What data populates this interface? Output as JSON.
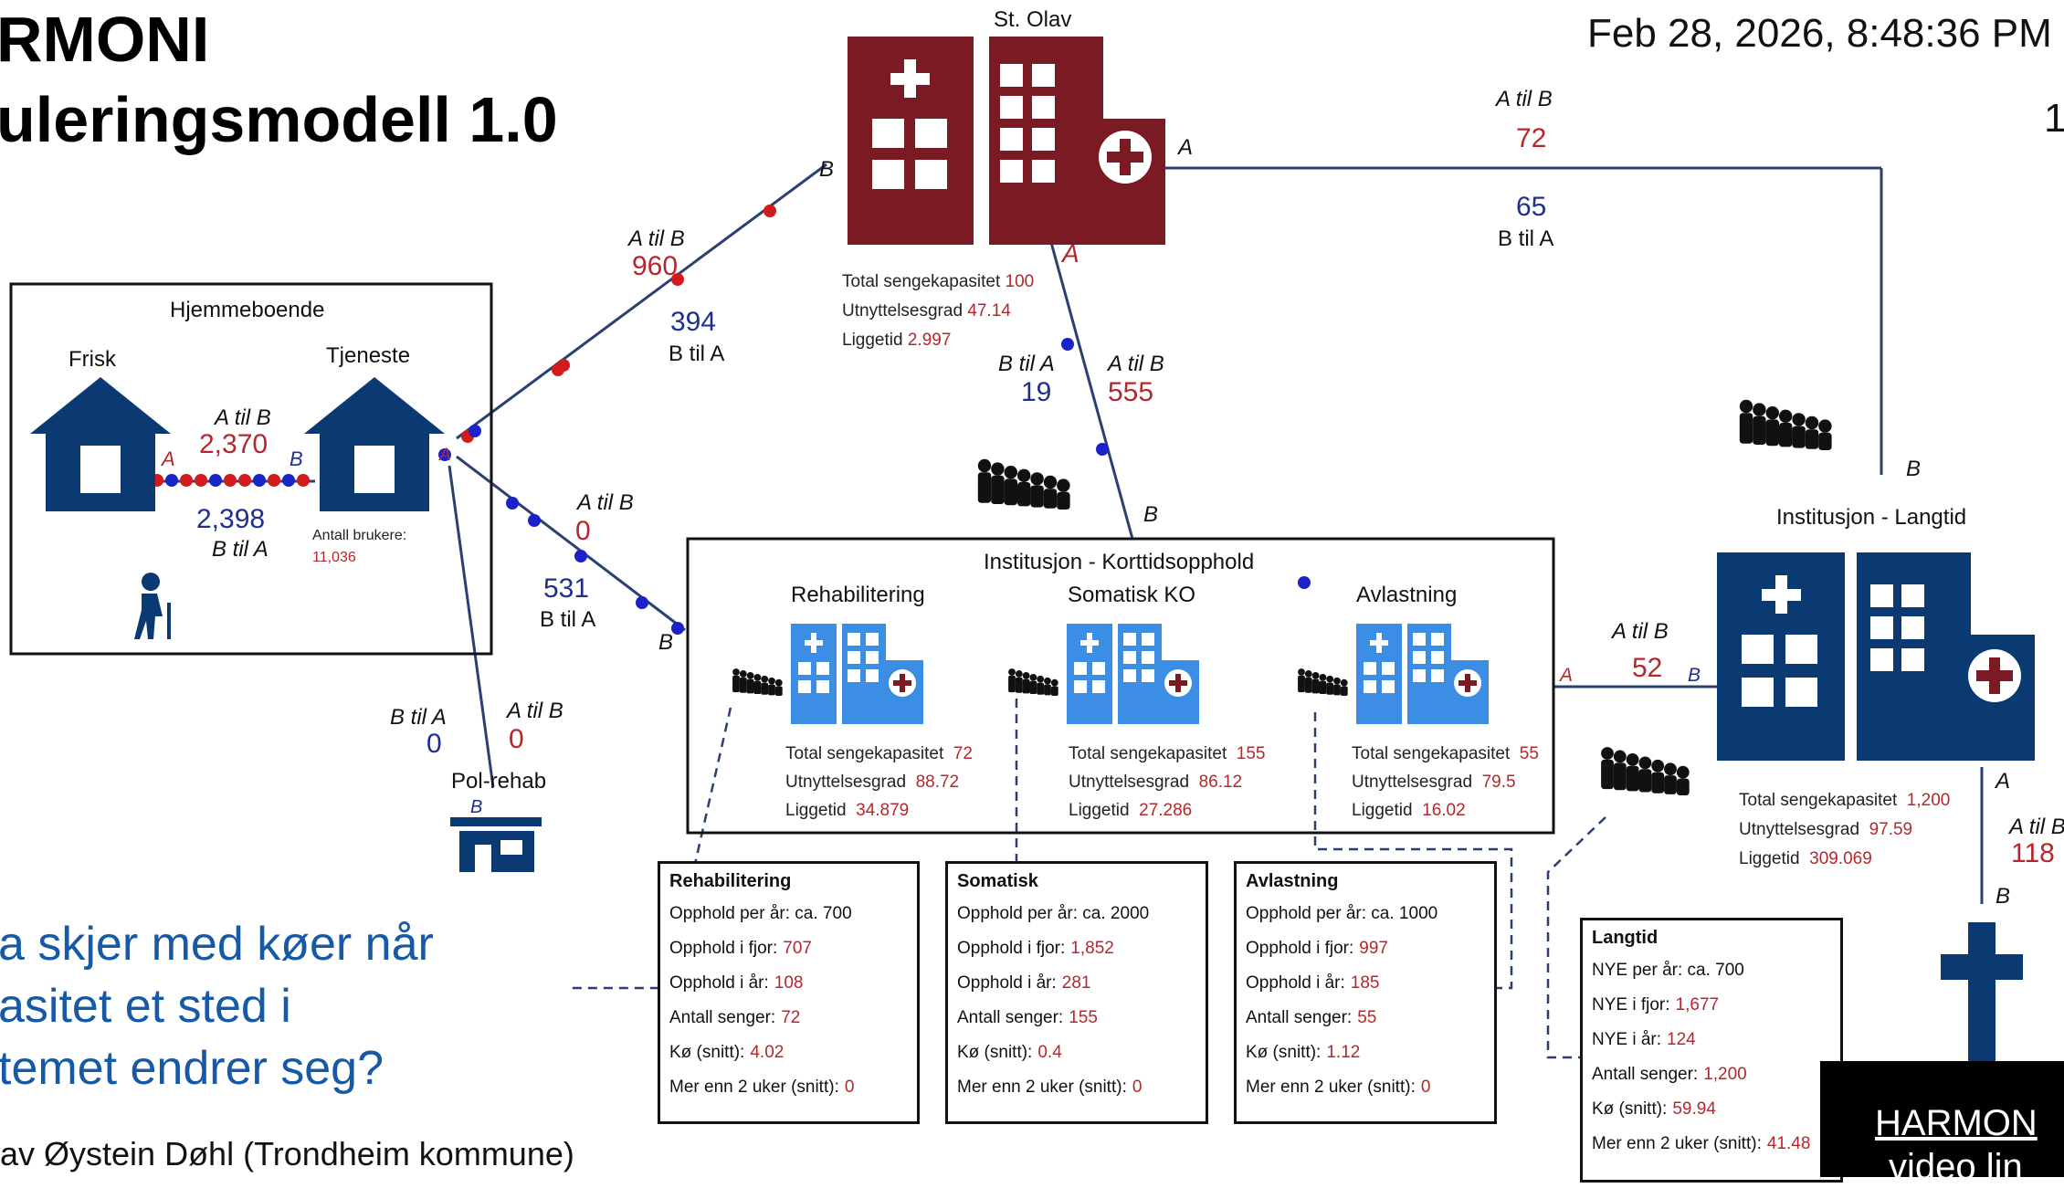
{
  "title": {
    "line1": "RMONI",
    "line2": "uleringsmodell 1.0"
  },
  "timestamp": "Feb 28, 2026, 8:48:36 PM",
  "corner_digit": "1",
  "question": {
    "line1": "a skjer med køer når",
    "line2": "asitet et sted i",
    "line3": "temet endrer seg?"
  },
  "byline": "av Øystein Døhl (Trondheim kommune)",
  "video": {
    "line1": "HARMON",
    "line2": "video lin"
  },
  "hjemmeboende": {
    "title": "Hjemmeboende",
    "frisk": "Frisk",
    "tjeneste": "Tjeneste",
    "a_til_b_label": "A til B",
    "a_til_b_value": "2,370",
    "b_til_a_value": "2,398",
    "b_til_a_label": "B til A",
    "end_a": "A",
    "end_b": "B",
    "brukere_label": "Antall brukere:",
    "brukere_value": "11,036"
  },
  "st_olav": {
    "name": "St. Olav",
    "stats": [
      {
        "label": "Total sengekapasitet",
        "value": "100"
      },
      {
        "label": "Utnyttelsesgrad",
        "value": "47.14"
      },
      {
        "label": "Liggetid",
        "value": "2.997"
      }
    ],
    "end_a_right": "A",
    "end_a_bottom": "A",
    "end_b_left": "B"
  },
  "link_home_stolav": {
    "a_til_b_label": "A til B",
    "a_til_b_value": "960",
    "b_til_a_value": "394",
    "b_til_a_label": "B til A"
  },
  "link_stolav_langtid": {
    "a_til_b_label": "A til B",
    "a_til_b_value": "72",
    "b_til_a_value": "65",
    "b_til_a_label": "B til A",
    "end_b": "B"
  },
  "link_stolav_kort": {
    "b_til_a_label": "B til A",
    "b_til_a_value": "19",
    "a_til_b_label": "A til B",
    "a_til_b_value": "555",
    "end_b": "B"
  },
  "link_home_kort": {
    "a_til_b_label": "A til B",
    "a_til_b_value": "0",
    "b_til_a_value": "531",
    "b_til_a_label": "B til A",
    "end_b": "B",
    "end_a": "A"
  },
  "link_home_polrehab": {
    "b_til_a_label": "B til A",
    "b_til_a_value": "0",
    "a_til_b_label": "A til B",
    "a_til_b_value": "0"
  },
  "pol_rehab": {
    "name": "Pol-rehab",
    "end_b": "B"
  },
  "korttid": {
    "title": "Institusjon - Korttidsopphold",
    "units": [
      {
        "name": "Rehabilitering",
        "stats": [
          {
            "label": "Total sengekapasitet",
            "value": "72"
          },
          {
            "label": "Utnyttelsesgrad",
            "value": "88.72"
          },
          {
            "label": "Liggetid",
            "value": "34.879"
          }
        ]
      },
      {
        "name": "Somatisk KO",
        "stats": [
          {
            "label": "Total sengekapasitet",
            "value": "155"
          },
          {
            "label": "Utnyttelsesgrad",
            "value": "86.12"
          },
          {
            "label": "Liggetid",
            "value": "27.286"
          }
        ]
      },
      {
        "name": "Avlastning",
        "stats": [
          {
            "label": "Total sengekapasitet",
            "value": "55"
          },
          {
            "label": "Utnyttelsesgrad",
            "value": "79.5"
          },
          {
            "label": "Liggetid",
            "value": "16.02"
          }
        ]
      }
    ]
  },
  "link_kort_langtid": {
    "a_til_b_label": "A til B",
    "a_til_b_value": "52",
    "end_a": "A",
    "end_b": "B"
  },
  "langtid": {
    "title": "Institusjon - Langtid",
    "stats": [
      {
        "label": "Total sengekapasitet",
        "value": "1,200"
      },
      {
        "label": "Utnyttelsesgrad",
        "value": "97.59"
      },
      {
        "label": "Liggetid",
        "value": "309.069"
      }
    ],
    "end_a": "A",
    "end_b": "B",
    "a_til_b_label": "A til B",
    "a_til_b_value": "118"
  },
  "infoboxes": [
    {
      "title": "Rehabilitering",
      "rows": [
        {
          "label": "Opphold per år: ca. 700",
          "value": ""
        },
        {
          "label": "Opphold i fjor:",
          "value": "707"
        },
        {
          "label": "Opphold i år:",
          "value": "108"
        },
        {
          "label": "Antall senger:",
          "value": "72"
        },
        {
          "label": "Kø (snitt):",
          "value": "4.02"
        },
        {
          "label": "Mer enn 2 uker (snitt):",
          "value": "0"
        }
      ]
    },
    {
      "title": "Somatisk",
      "rows": [
        {
          "label": "Opphold per år: ca. 2000",
          "value": ""
        },
        {
          "label": "Opphold i fjor:",
          "value": "1,852"
        },
        {
          "label": "Opphold i år:",
          "value": "281"
        },
        {
          "label": "Antall senger:",
          "value": "155"
        },
        {
          "label": "Kø (snitt):",
          "value": "0.4"
        },
        {
          "label": "Mer enn 2 uker (snitt):",
          "value": "0"
        }
      ]
    },
    {
      "title": "Avlastning",
      "rows": [
        {
          "label": "Opphold per år: ca. 1000",
          "value": ""
        },
        {
          "label": "Opphold i fjor:",
          "value": "997"
        },
        {
          "label": "Opphold i år:",
          "value": "185"
        },
        {
          "label": "Antall senger:",
          "value": "55"
        },
        {
          "label": "Kø (snitt):",
          "value": "1.12"
        },
        {
          "label": "Mer enn 2 uker (snitt):",
          "value": "0"
        }
      ]
    },
    {
      "title": "Langtid",
      "rows": [
        {
          "label": "NYE per år: ca. 700",
          "value": ""
        },
        {
          "label": "NYE i fjor:",
          "value": "1,677"
        },
        {
          "label": "NYE i år:",
          "value": "124"
        },
        {
          "label": "Antall senger:",
          "value": "1,200"
        },
        {
          "label": "Kø (snitt):",
          "value": "59.94"
        },
        {
          "label": "Mer enn 2 uker (snitt):",
          "value": "41.48"
        }
      ]
    }
  ],
  "colors": {
    "hospital_red": "#7a1a22",
    "navy": "#0b3a73",
    "bright_blue": "#3b8ee3",
    "flow_red": "#b5272d",
    "flow_blue": "#1f2f8f"
  },
  "icons": [
    "hospital-icon",
    "house-icon",
    "elderly-person-icon",
    "queue-people-icon",
    "clinic-icon",
    "cross-icon"
  ]
}
